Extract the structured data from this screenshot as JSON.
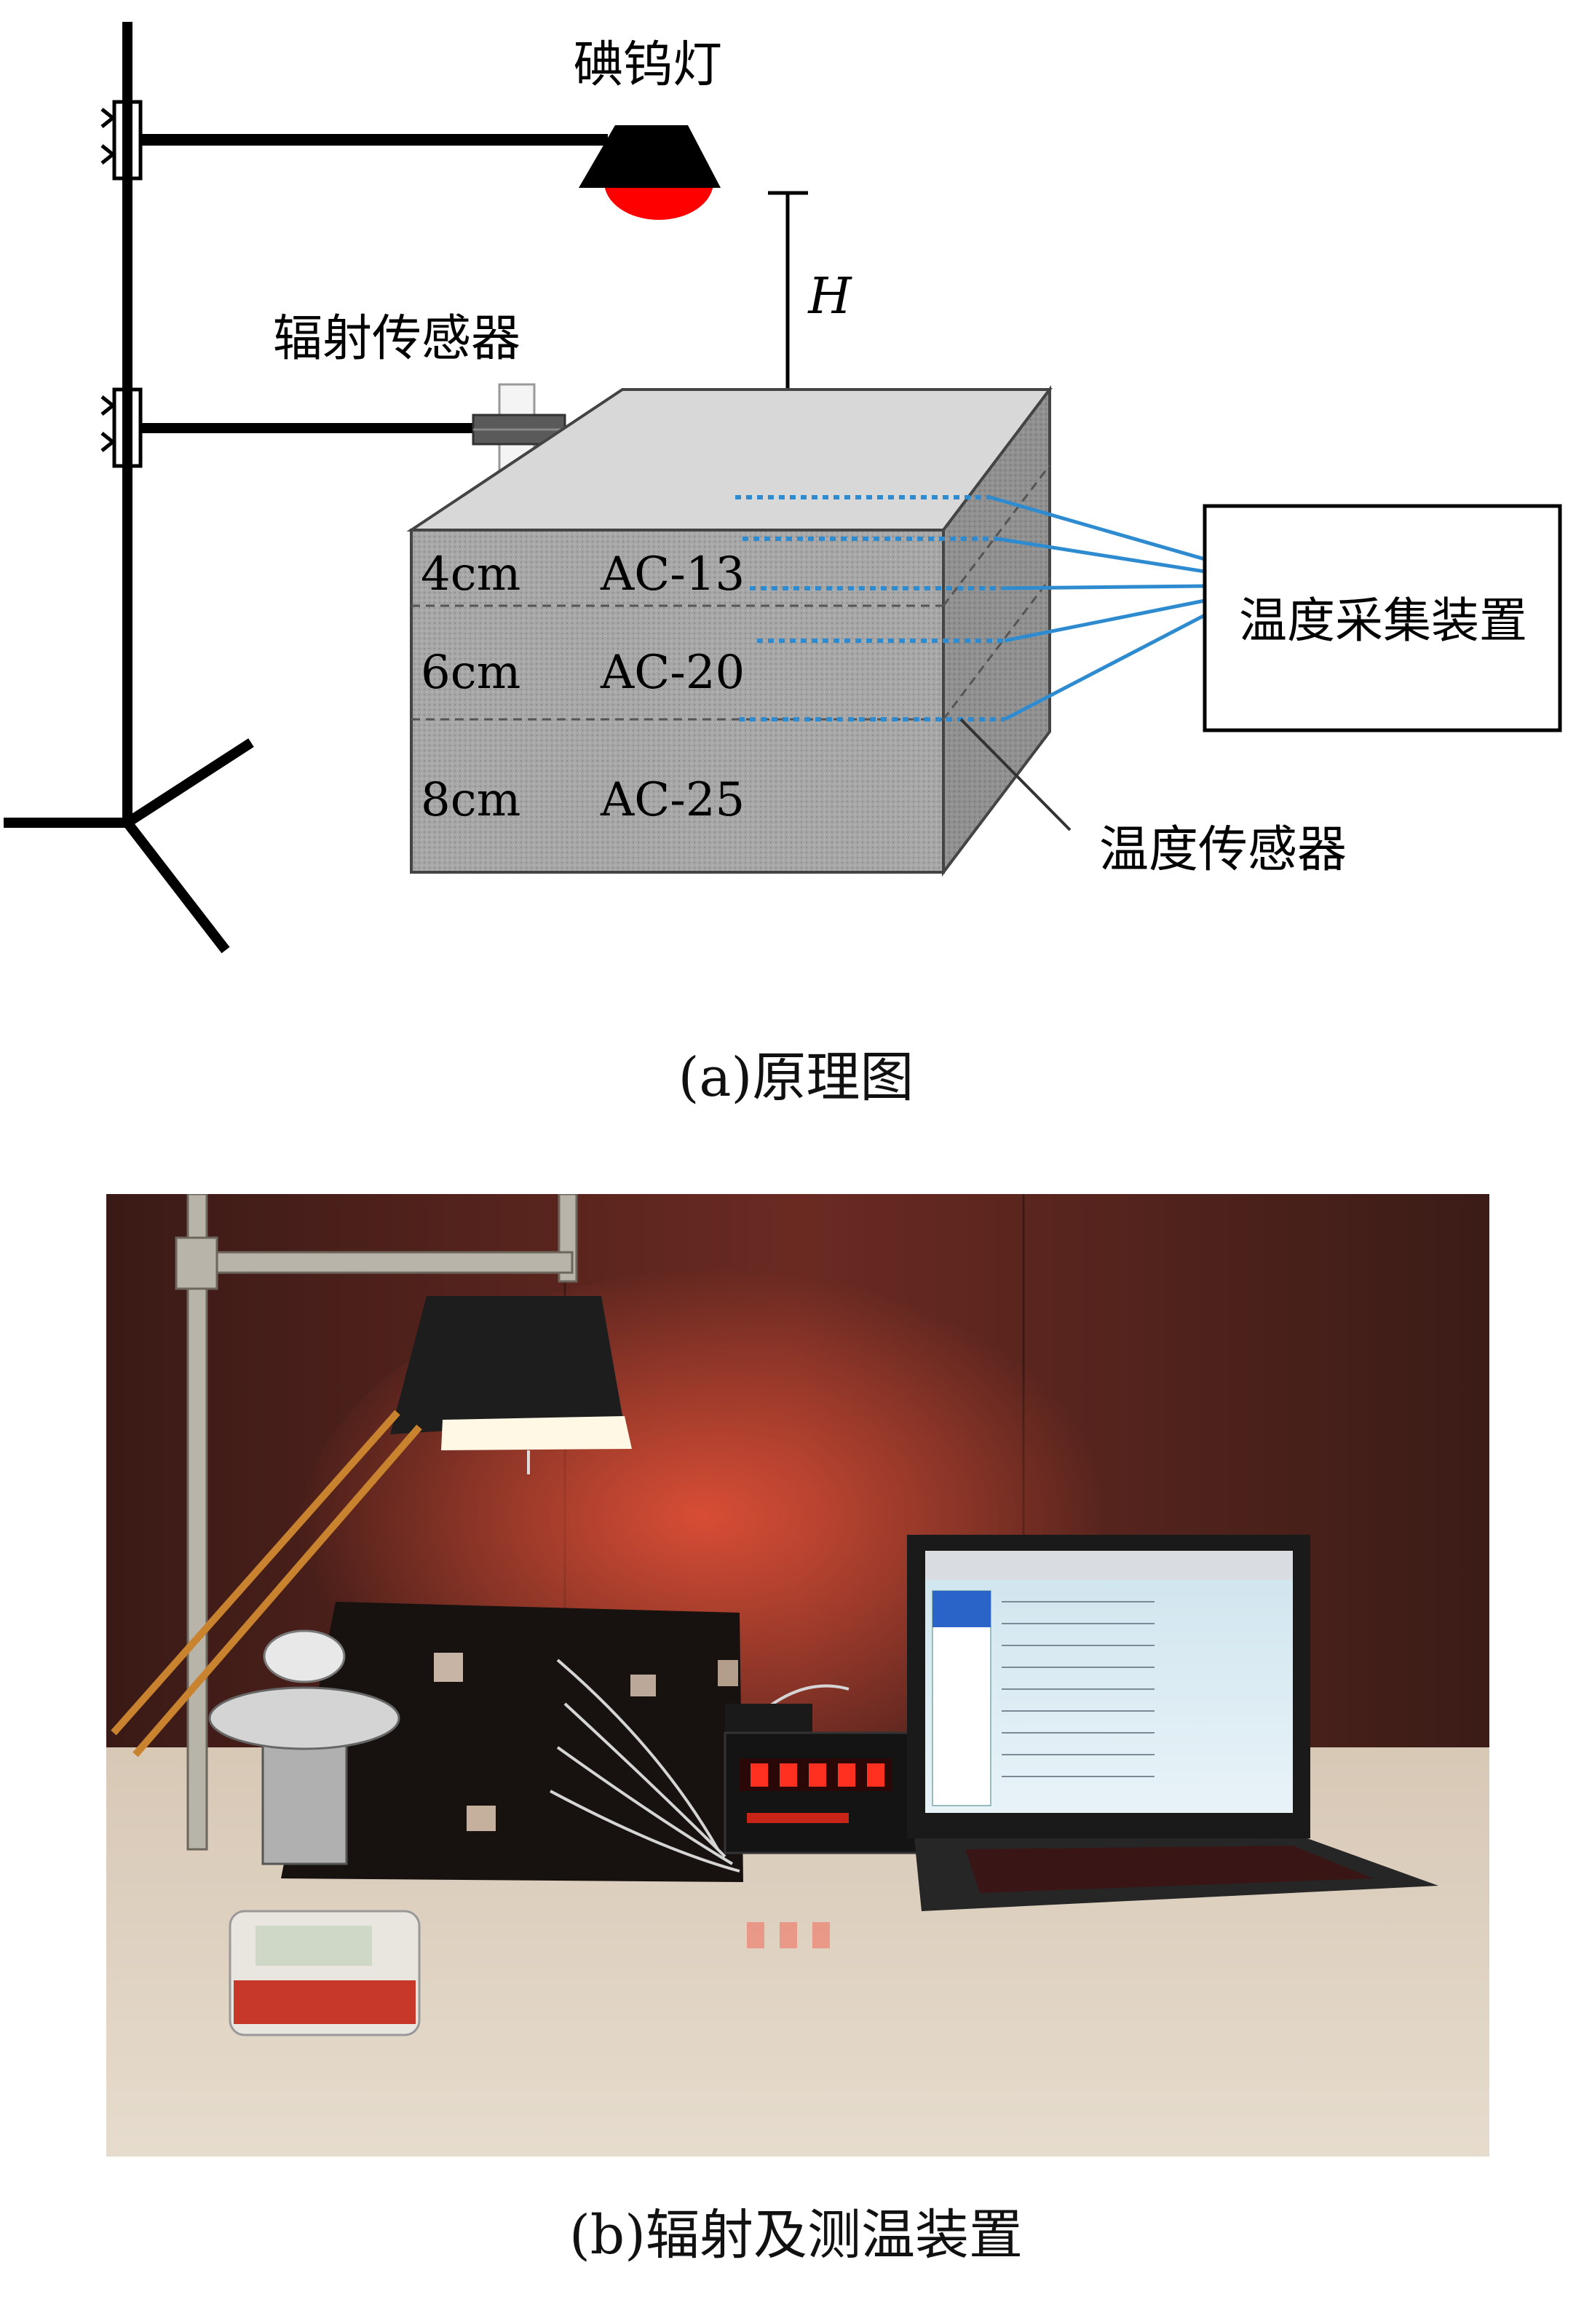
{
  "diagram": {
    "lamp_label": "碘钨灯",
    "radiation_sensor_label": "辐射传感器",
    "height_label": "H",
    "layers": [
      {
        "thickness": "4cm",
        "material": "AC-13"
      },
      {
        "thickness": "6cm",
        "material": "AC-20"
      },
      {
        "thickness": "8cm",
        "material": "AC-25"
      }
    ],
    "collector_label": "温度采集装置",
    "temp_sensor_label": "温度传感器"
  },
  "captions": {
    "a": "(a)原理图",
    "b": "(b)辐射及测温装置"
  },
  "colors": {
    "lamp_glow": "#ff0000",
    "sensor_wire": "#2e8bd0",
    "block_side": "#9a9a9a",
    "block_top": "#d8d8d8"
  }
}
